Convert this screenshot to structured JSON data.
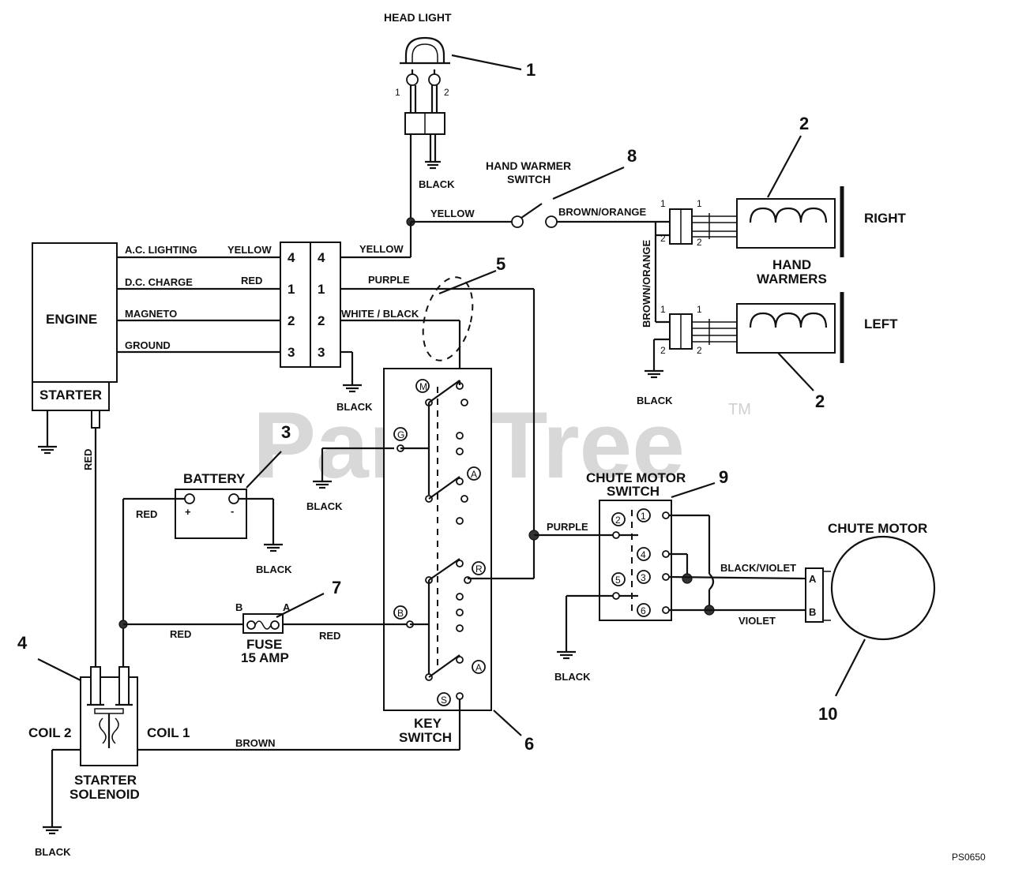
{
  "watermark": {
    "text": "PartsTree",
    "tm": "TM"
  },
  "code": "PS0650",
  "components": {
    "head_light": "HEAD LIGHT",
    "hand_warmer_switch": [
      "HAND WARMER",
      "SWITCH"
    ],
    "hand_warmers": [
      "HAND",
      "WARMERS"
    ],
    "right": "RIGHT",
    "left": "LEFT",
    "engine": "ENGINE",
    "starter": "STARTER",
    "battery": "BATTERY",
    "fuse": [
      "FUSE",
      "15 AMP"
    ],
    "key_switch": [
      "KEY",
      "SWITCH"
    ],
    "chute_motor_switch": [
      "CHUTE MOTOR",
      "SWITCH"
    ],
    "chute_motor": "CHUTE MOTOR",
    "starter_solenoid": [
      "STARTER",
      "SOLENOID"
    ],
    "coil1": "COIL 1",
    "coil2": "COIL 2"
  },
  "engine_leads": [
    "A.C. LIGHTING",
    "D.C. CHARGE",
    "MAGNETO",
    "GROUND"
  ],
  "connector_pins": [
    "4",
    "1",
    "2",
    "3"
  ],
  "wires": {
    "yellow": "YELLOW",
    "red": "RED",
    "purple": "PURPLE",
    "white_black": "WHITE / BLACK",
    "brown_orange": "BROWN/ORANGE",
    "black": "BLACK",
    "brown": "BROWN",
    "black_violet": "BLACK/VIOLET",
    "violet": "VIOLET"
  },
  "battery_terms": [
    "+",
    "-"
  ],
  "fuse_terms": [
    "B",
    "A"
  ],
  "key_terms": [
    "M",
    "G",
    "A",
    "R",
    "B",
    "A",
    "S"
  ],
  "chute_terms": [
    "2",
    "1",
    "4",
    "3",
    "5",
    "6"
  ],
  "motor_terms": [
    "A",
    "B"
  ],
  "pin_small": [
    "1",
    "2"
  ],
  "callouts": [
    "1",
    "2",
    "2",
    "3",
    "4",
    "5",
    "6",
    "7",
    "8",
    "9",
    "10"
  ]
}
